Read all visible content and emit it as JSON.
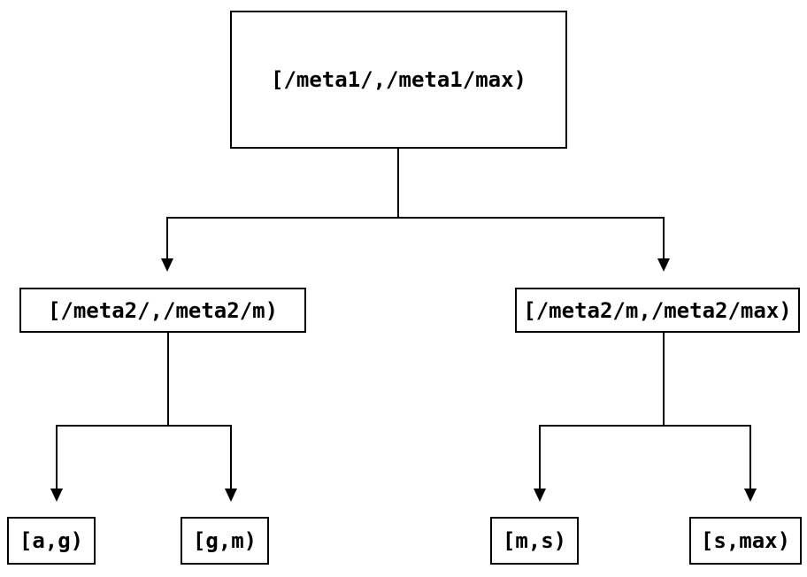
{
  "diagram": {
    "type": "tree",
    "background_color": "#ffffff",
    "line_color": "#000000",
    "box_border_color": "#000000",
    "text_color": "#000000",
    "nodes": {
      "root": {
        "label": "[/meta1/,/meta1/max)"
      },
      "left_child": {
        "label": "[/meta2/,/meta2/m)"
      },
      "right_child": {
        "label": "[/meta2/m,/meta2/max)"
      },
      "leaf_ag": {
        "label": "[a,g)"
      },
      "leaf_gm": {
        "label": "[g,m)"
      },
      "leaf_ms": {
        "label": "[m,s)"
      },
      "leaf_smax": {
        "label": "[s,max)"
      }
    },
    "edges": [
      {
        "from": "root",
        "to": "left_child"
      },
      {
        "from": "root",
        "to": "right_child"
      },
      {
        "from": "left_child",
        "to": "leaf_ag"
      },
      {
        "from": "left_child",
        "to": "leaf_gm"
      },
      {
        "from": "right_child",
        "to": "leaf_ms"
      },
      {
        "from": "right_child",
        "to": "leaf_smax"
      }
    ]
  }
}
